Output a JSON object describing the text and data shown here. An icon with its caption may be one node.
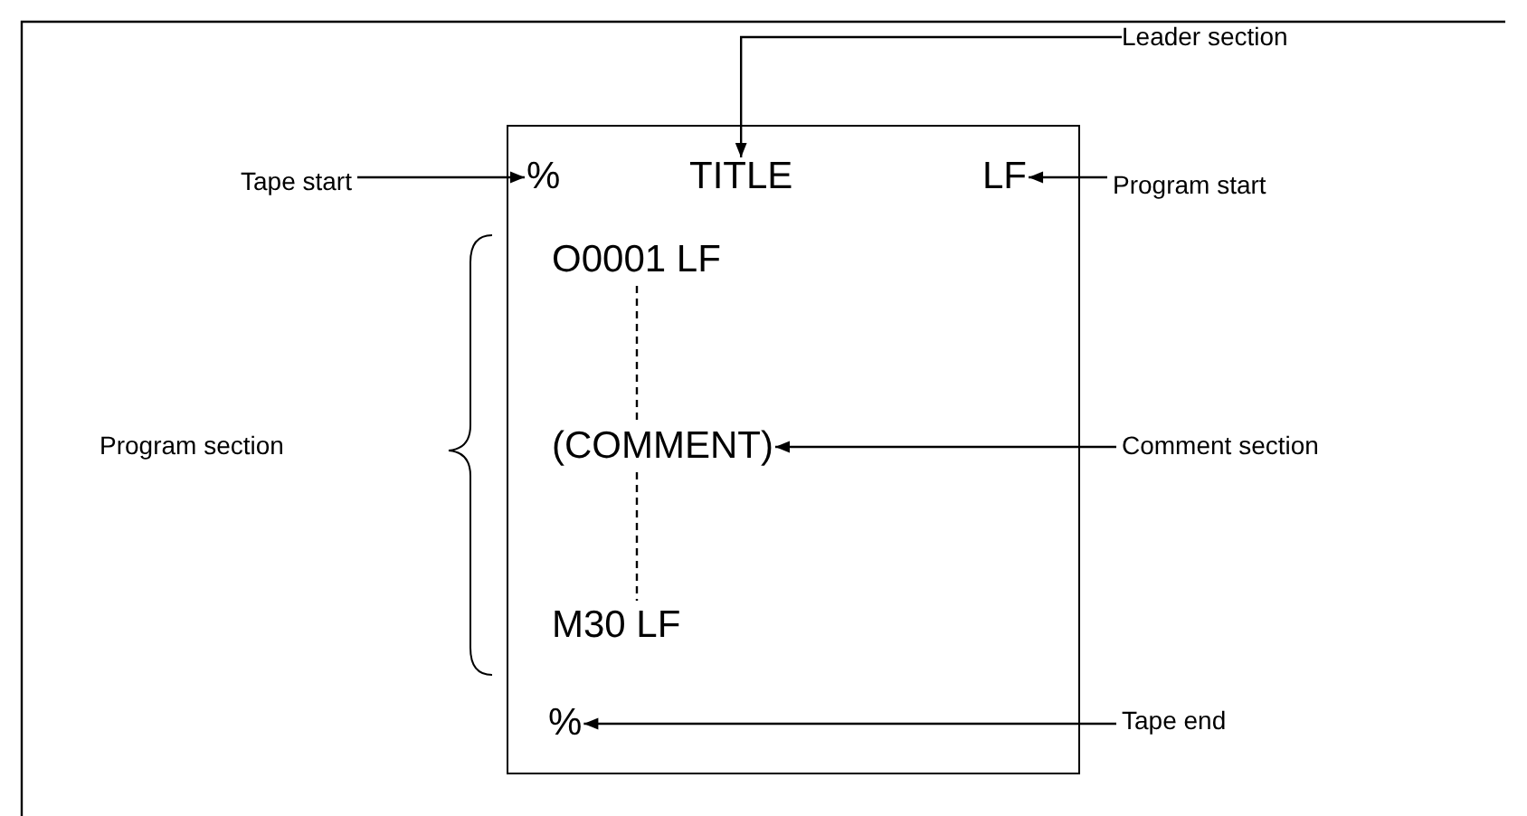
{
  "diagram": {
    "nodes": [
      {
        "text": [],
        "shape": "box"
      },
      {
        "text": [
          "%"
        ],
        "in": 0
      },
      {
        "text": [
          "TITLE"
        ],
        "in": 0
      },
      {
        "text": [
          "LF"
        ],
        "in": 0
      },
      {
        "text": [
          "O0001 LF"
        ],
        "in": 0
      },
      {
        "text": [
          "(COMMENT)"
        ],
        "in": 0
      },
      {
        "text": [
          "M30 LF"
        ],
        "in": 0
      },
      {
        "text": [
          "%"
        ],
        "in": 0
      },
      {
        "text": [
          "Leader section"
        ]
      },
      {
        "text": [
          "Tape start"
        ]
      },
      {
        "text": [
          "Program start"
        ]
      },
      {
        "text": [
          "Comment section"
        ]
      },
      {
        "text": [
          "Tape end"
        ]
      }
    ],
    "edges": [
      {
        "from": 9,
        "to": 1,
        "arrow": "to"
      },
      {
        "from": 8,
        "to": 2,
        "arrow": "to"
      },
      {
        "from": 10,
        "to": 3,
        "arrow": "to"
      },
      {
        "from": 11,
        "to": 5,
        "arrow": "to"
      },
      {
        "from": 12,
        "to": 7,
        "arrow": "to"
      },
      {
        "from": 4,
        "to": 5,
        "arrow": "none",
        "style": "dashed"
      },
      {
        "from": 5,
        "to": 6,
        "arrow": "none",
        "style": "dashed"
      }
    ],
    "labels": [
      "Program section"
    ]
  }
}
